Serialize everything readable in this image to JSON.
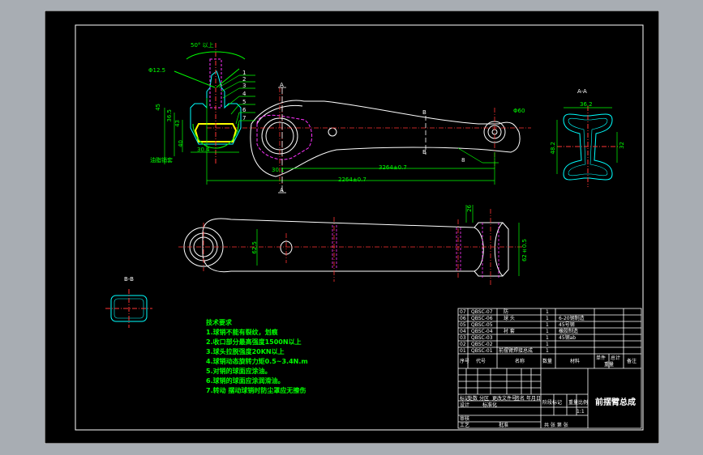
{
  "drawing": {
    "title": "前摆臂总成",
    "scale": "1:1"
  },
  "views": {
    "section_aa": "A-A",
    "section_bb": "B-B",
    "cut_a": "A",
    "cut_b": "B"
  },
  "dimensions": {
    "angle_top": "50° 以上",
    "d_left": "Φ12.5",
    "d_right": "Φ60",
    "h_45": "45",
    "h_365": "36.5",
    "h_43": "43",
    "h_40": "40",
    "w_304": "30.4",
    "len_2264": "2264±0.7",
    "len_3264": "3264±0.7",
    "w_301": "30.1",
    "h_482": "48.2",
    "h_32": "32",
    "w_362": "36.2",
    "h_624": "62±0.5",
    "d_625": "62.5",
    "w_26": "26",
    "label_grease": "油脂销套"
  },
  "balloons": [
    "1",
    "2",
    "3",
    "4",
    "5",
    "6",
    "7",
    "8"
  ],
  "technical_requirements": {
    "heading": "技术要求",
    "items": [
      "1.球销不能有裂纹，划痕",
      "2.收口部分最高强度1500N以上",
      "3.球头拉脱强度20KN以上",
      "4.球销动态旋转力矩0.5~3.4N.m",
      "5.对销的球面应涂油。",
      "6.球销的球面应涂润滑油。",
      "7.转动 摆动球销时防尘罩应无擦伤"
    ]
  },
  "bom": {
    "rows": [
      {
        "no": "07",
        "code": "QBSC-07",
        "name": "防",
        "qty": "1",
        "material": "",
        "note": ""
      },
      {
        "no": "06",
        "code": "QBSC-06",
        "name": "球 头",
        "qty": "1",
        "material": "6-20钢制造",
        "note": ""
      },
      {
        "no": "05",
        "code": "QBSC-05",
        "name": "",
        "qty": "1",
        "material": "45号钢",
        "note": ""
      },
      {
        "no": "04",
        "code": "QBSC-04",
        "name": "衬 套",
        "qty": "1",
        "material": "橡胶制造",
        "note": ""
      },
      {
        "no": "03",
        "code": "QBSC-03",
        "name": "",
        "qty": "1",
        "material": "45钢ab",
        "note": ""
      },
      {
        "no": "02",
        "code": "QBSC-02",
        "name": "",
        "qty": "1",
        "material": "",
        "note": ""
      },
      {
        "no": "01",
        "code": "QBSC-01",
        "name": "前摆臂焊接总成",
        "qty": "1",
        "material": "",
        "note": ""
      }
    ],
    "header": {
      "no": "序号",
      "code": "代号",
      "name": "名称",
      "qty": "数量",
      "material": "材料",
      "single": "单件",
      "total": "总计",
      "weight": "重量",
      "note": "备注"
    }
  },
  "title_block": {
    "mark": "标记",
    "count": "处数",
    "zone": "分区",
    "change_doc": "更改文件号",
    "sign": "签名",
    "date": "年月日",
    "design": "设计",
    "standard": "标准化",
    "review": "审核",
    "process": "工艺",
    "approve": "批准",
    "stage": "阶段标记",
    "weight": "重量",
    "ratio": "比例",
    "sheet": "共 张 第 张"
  }
}
